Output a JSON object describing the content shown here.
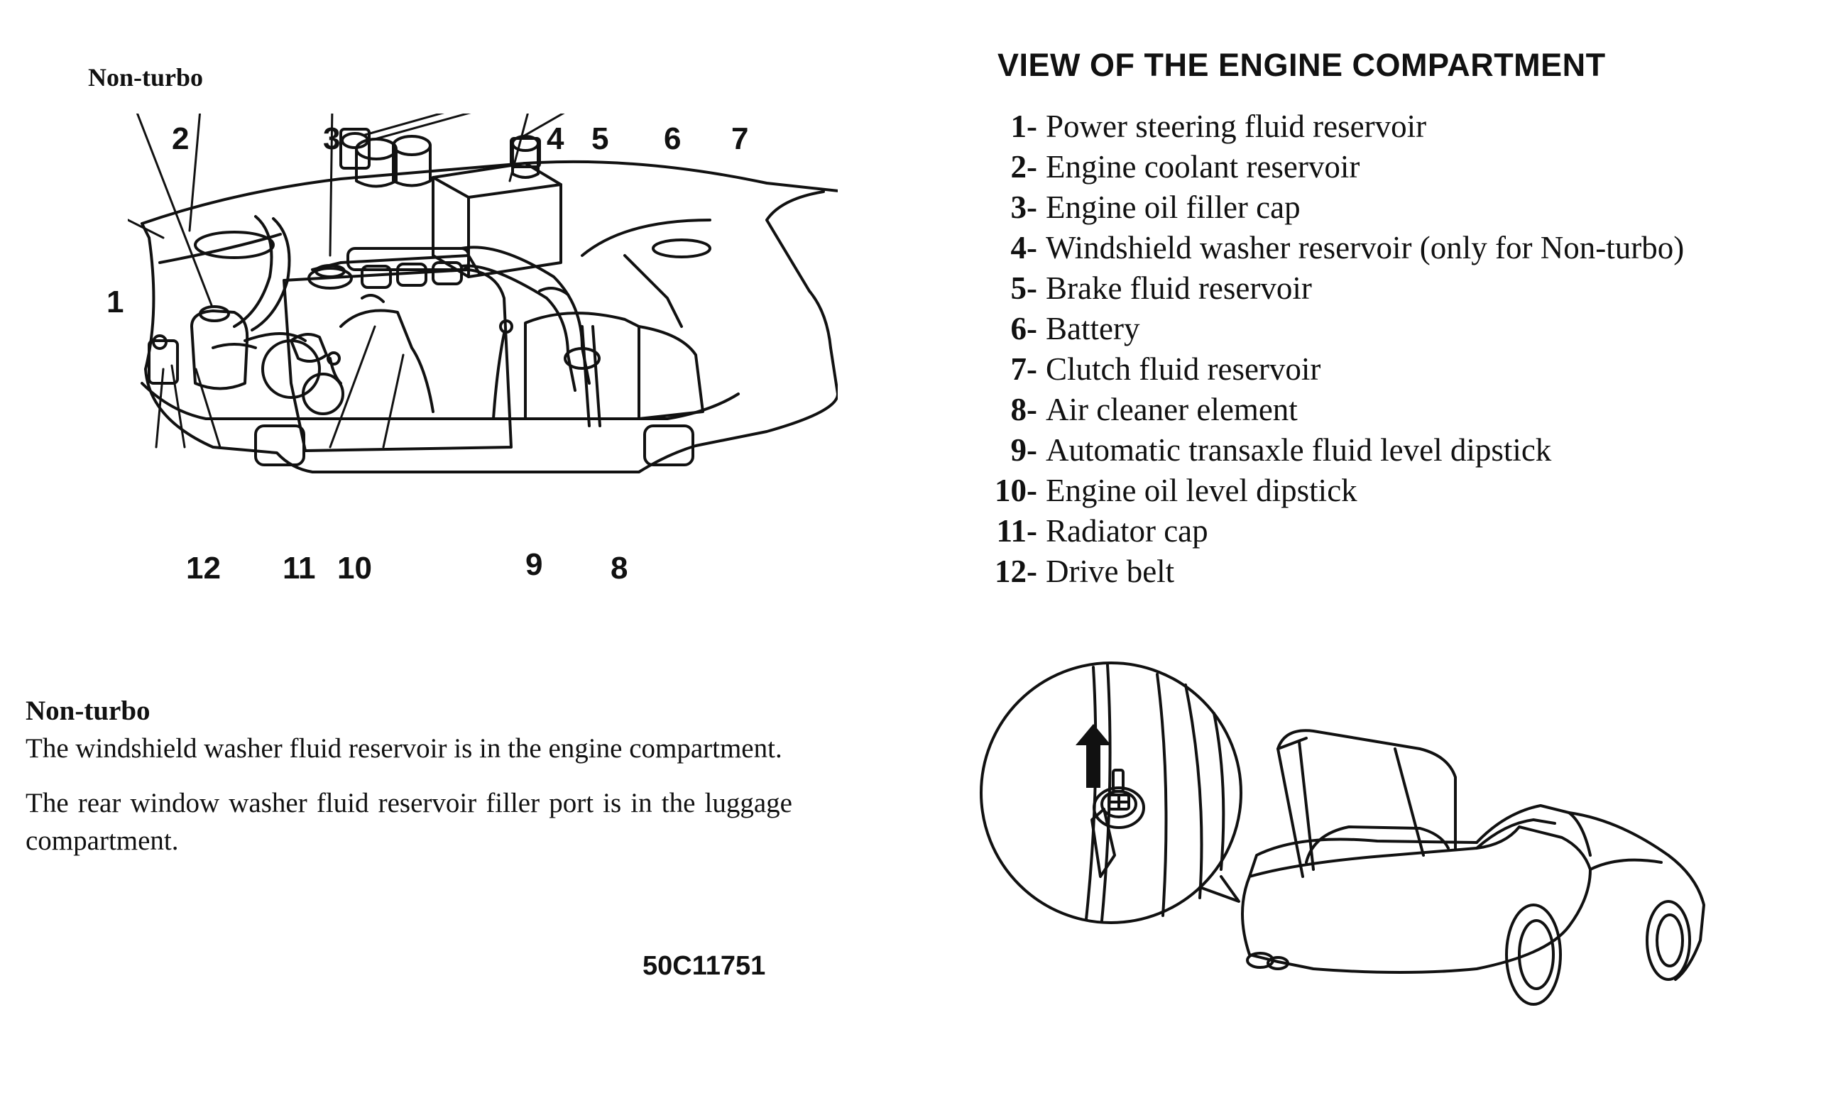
{
  "left_caption": "Non-turbo",
  "title": "VIEW OF THE ENGINE COMPARTMENT",
  "legend": [
    {
      "num": "1-",
      "text": "Power steering fluid reservoir"
    },
    {
      "num": "2-",
      "text": "Engine coolant reservoir"
    },
    {
      "num": "3-",
      "text": "Engine oil filler cap"
    },
    {
      "num": "4-",
      "text": "Windshield washer reservoir (only for Non-turbo)"
    },
    {
      "num": "5-",
      "text": "Brake fluid reservoir"
    },
    {
      "num": "6-",
      "text": "Battery"
    },
    {
      "num": "7-",
      "text": "Clutch fluid reservoir"
    },
    {
      "num": "8-",
      "text": "Air cleaner element"
    },
    {
      "num": "9-",
      "text": "Automatic transaxle fluid level dipstick"
    },
    {
      "num": "10-",
      "text": "Engine oil level dipstick"
    },
    {
      "num": "11-",
      "text": "Radiator cap"
    },
    {
      "num": "12-",
      "text": "Drive belt"
    }
  ],
  "callouts": {
    "c1": "1",
    "c2": "2",
    "c3": "3",
    "c4": "4",
    "c5": "5",
    "c6": "6",
    "c7": "7",
    "c8": "8",
    "c9": "9",
    "c10": "10",
    "c11": "11",
    "c12": "12"
  },
  "notes": {
    "heading": "Non-turbo",
    "para1": "The windshield washer fluid reservoir is in the engine compartment.",
    "para2": "The rear window washer fluid reservoir filler port is in the luggage compartment."
  },
  "figure_code": "50C11751"
}
